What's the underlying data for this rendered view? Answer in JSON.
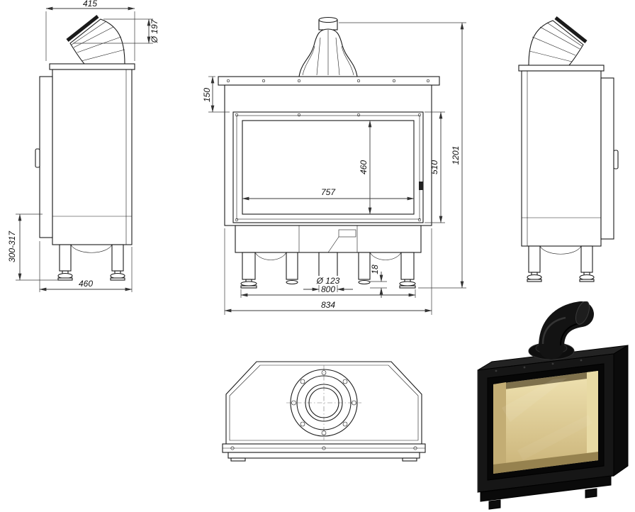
{
  "views": {
    "side_left": {
      "name": "left side view",
      "dims": {
        "top_depth": "415",
        "flue_diameter": "Ø 197",
        "foot_height": "300-317",
        "base_depth": "460"
      }
    },
    "front": {
      "name": "front view",
      "dims": {
        "hood_height": "150",
        "glass_height": "460",
        "door_height": "510",
        "total_height": "1201",
        "glass_width": "757",
        "intake_diameter": "Ø 123",
        "foot_adjust": "18",
        "leg_span": "800",
        "total_width": "834"
      }
    },
    "side_right": {
      "name": "right side view"
    },
    "top": {
      "name": "top view"
    },
    "photo": {
      "name": "product render"
    }
  },
  "colors": {
    "line": "#1a1a1a",
    "dim": "#3a3a3a",
    "body_black": "#161616",
    "plinth_black": "#0a0a0a",
    "firebox_cream": "#e9dcab"
  }
}
